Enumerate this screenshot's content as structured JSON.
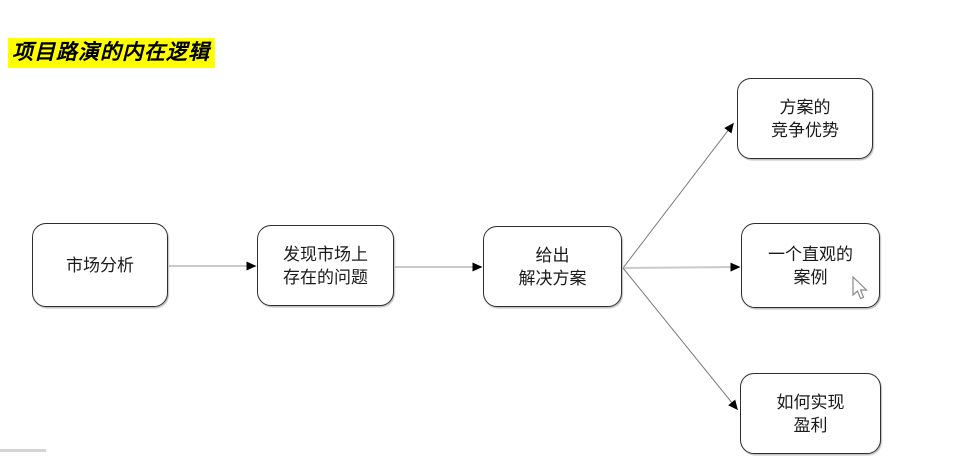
{
  "title": {
    "text": "项目路演的内在逻辑",
    "highlight_color": "#ffff00",
    "text_color": "#000000"
  },
  "diagram": {
    "type": "flowchart",
    "nodes": [
      {
        "id": "market-analysis",
        "label": "市场分析"
      },
      {
        "id": "found-problems",
        "label": "发现市场上\n存在的问题"
      },
      {
        "id": "give-solution",
        "label": "给出\n解决方案"
      },
      {
        "id": "competitive-advantage",
        "label": "方案的\n竞争优势"
      },
      {
        "id": "intuitive-case",
        "label": "一个直观的\n案例"
      },
      {
        "id": "achieve-profit",
        "label": "如何实现\n盈利"
      }
    ],
    "edges": [
      {
        "from": "market-analysis",
        "to": "found-problems"
      },
      {
        "from": "found-problems",
        "to": "give-solution"
      },
      {
        "from": "give-solution",
        "to": "competitive-advantage"
      },
      {
        "from": "give-solution",
        "to": "intuitive-case"
      },
      {
        "from": "give-solution",
        "to": "achieve-profit"
      }
    ],
    "colors": {
      "node_border": "#2e2e2e",
      "node_fill": "#ffffff",
      "node_text": "#1a1a1a",
      "connector_light": "#c9c9c9",
      "connector_dark": "#7a7a7a",
      "arrowhead": "#000000"
    }
  },
  "cursor": {
    "type": "arrow-pointer"
  }
}
